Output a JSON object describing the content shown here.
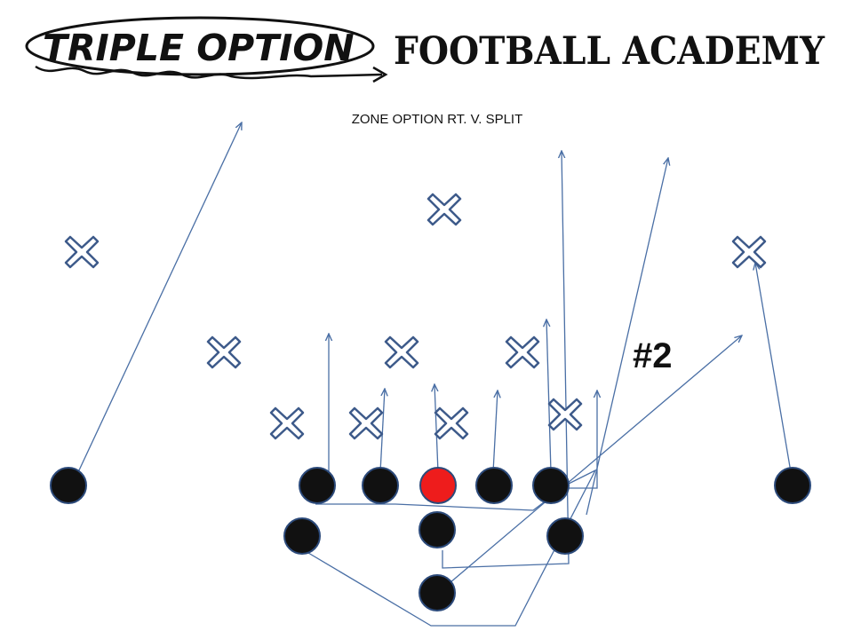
{
  "logo": {
    "triple_option": "TRIPLE OPTION",
    "academy": "FOOTBALL ACADEMY"
  },
  "diagram": {
    "title": "ZONE OPTION RT. V. SPLIT",
    "callout": "#2"
  },
  "colors": {
    "route": "#4a6fa5",
    "defender": "#3d5a8a",
    "offense_fill": "#111111",
    "offense_stroke": "#2c4a7a",
    "center_fill": "#ee1c1c",
    "text": "#111111"
  }
}
